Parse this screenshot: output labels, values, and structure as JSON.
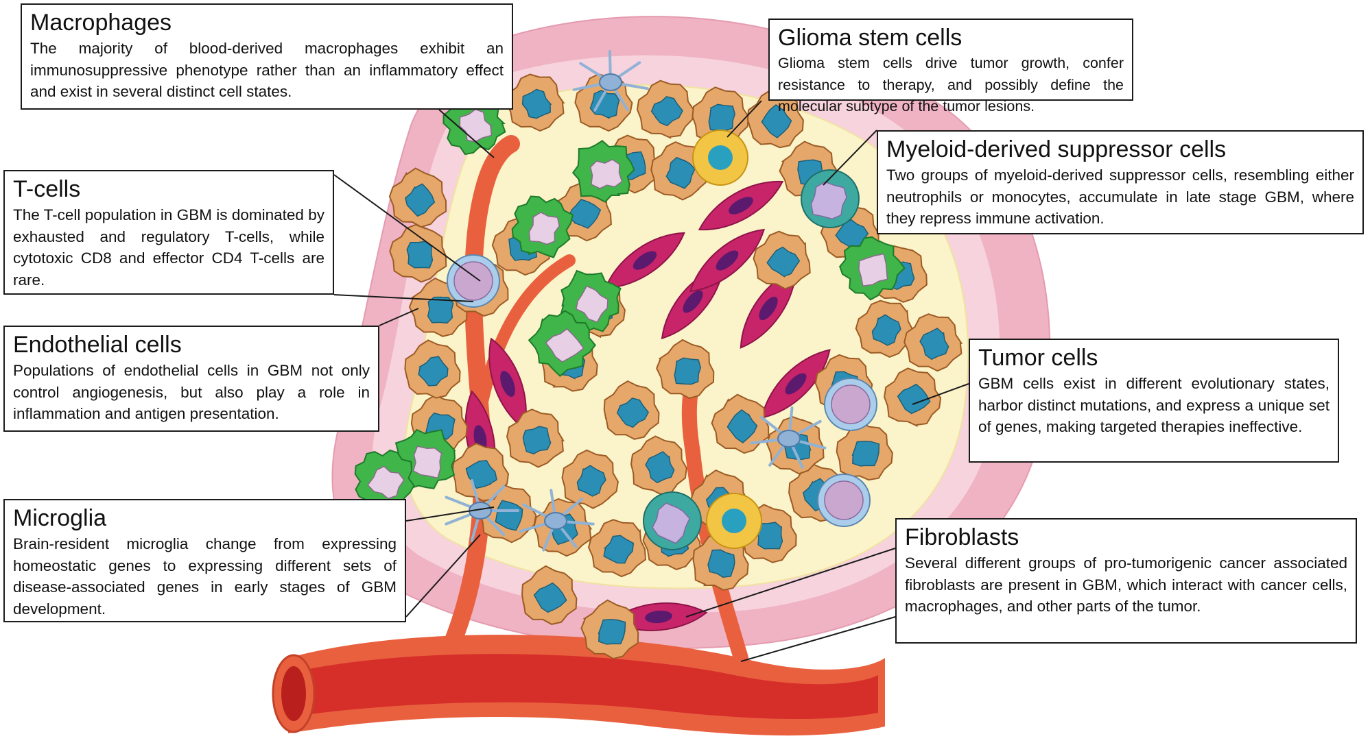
{
  "callouts": {
    "macrophages": {
      "title": "Macrophages",
      "text": "The majority of blood-derived macrophages exhibit an immunosuppressive phenotype rather than an inflammatory effect and exist in several distinct cell states."
    },
    "glioma_stem_cells": {
      "title": "Glioma stem cells",
      "text": "Glioma stem cells drive tumor growth, confer resistance to therapy, and possibly define the molecular subtype of the tumor lesions."
    },
    "myeloid_suppressor_cells": {
      "title": "Myeloid-derived suppressor cells",
      "text": "Two groups of myeloid-derived suppressor cells, resembling either neutrophils or monocytes, accumulate in late stage GBM, where they repress immune activation."
    },
    "t_cells": {
      "title": "T-cells",
      "text": "The T-cell population in GBM is dominated by exhausted and regulatory T-cells, while cytotoxic CD8 and effector CD4 T-cells are rare."
    },
    "endothelial_cells": {
      "title": "Endothelial cells",
      "text": "Populations of endothelial cells in GBM not only control angiogenesis, but also play a role in inflammation and antigen presentation."
    },
    "tumor_cells": {
      "title": "Tumor cells",
      "text": "GBM cells exist in different evolutionary states, harbor distinct mutations, and express a unique set of genes, making targeted therapies ineffective."
    },
    "microglia": {
      "title": "Microglia",
      "text": "Brain-resident microglia change from expressing homeostatic genes to expressing different sets of disease-associated genes in early stages of GBM development."
    },
    "fibroblasts": {
      "title": "Fibroblasts",
      "text": "Several different groups of pro-tumorigenic cancer associated fibroblasts are present in GBM, which interact with cancer cells, macrophages, and other parts of the tumor."
    }
  },
  "colors": {
    "outer_tissue": "#efb3c3",
    "inner_tissue": "#f7d3dd",
    "tumor_matrix": "#fbf3c9",
    "tumor_cell": "#e6a86a",
    "tumor_nucleus": "#2b8fb5",
    "macrophage": "#3fb54a",
    "t_cell": "#a9cdea",
    "glioma_stem_cell": "#f3c545",
    "mdsc": "#3ea9a0",
    "endothelial_cell": "#c8246a",
    "blood_vessel": "#d62f2a",
    "vessel_wall": "#e9603f",
    "microglia": "#8fb2d6"
  }
}
